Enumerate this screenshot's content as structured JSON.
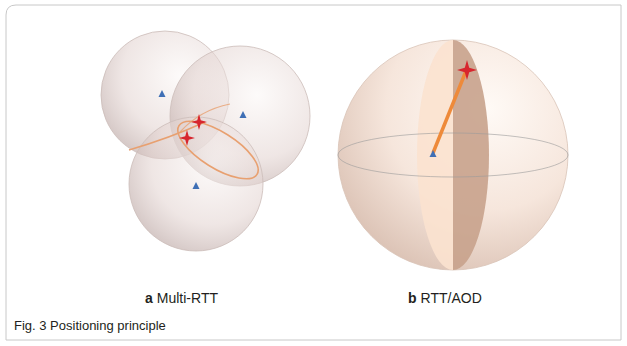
{
  "diagram": {
    "caption": "Fig. 3 Positioning principle",
    "labels": [
      "a",
      "Multi-RTT",
      "b",
      "RTT/AOD"
    ]
  }
}
